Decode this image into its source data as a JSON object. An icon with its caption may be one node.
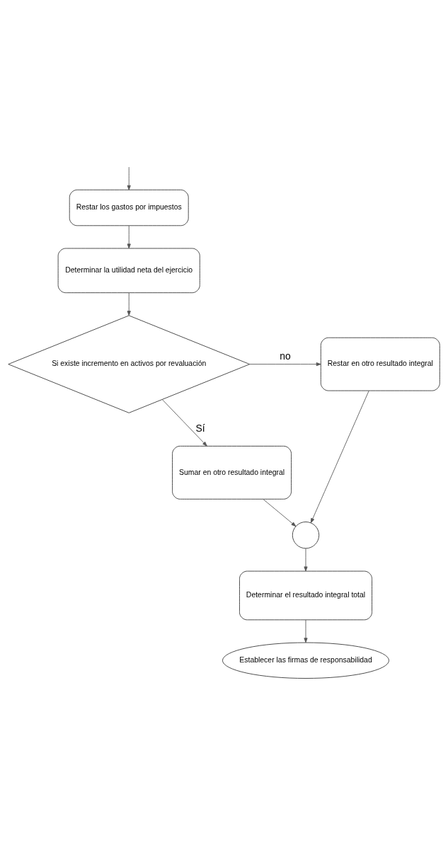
{
  "diagram": {
    "nodes": [
      {
        "text": [
          "Restar los gastos por impuestos"
        ]
      },
      {
        "text": [
          "Determinar la utilidad neta del ejercicio"
        ]
      },
      {
        "text": [
          "Si existe incremento en activos por revaluación"
        ]
      },
      {
        "text": [
          "Restar en otro resultado integral"
        ]
      },
      {
        "text": [
          "Sumar en otro resultado integral"
        ]
      },
      {
        "text": [],
        "shape": "circle"
      },
      {
        "text": [
          "Determinar el resultado integral total"
        ]
      },
      {
        "text": [
          "Establecer las firmas de responsabilidad"
        ]
      }
    ],
    "edges": [
      {
        "from": null,
        "to": 0,
        "arrow": "to"
      },
      {
        "from": 0,
        "to": 1,
        "arrow": "to"
      },
      {
        "from": 1,
        "to": 2,
        "arrow": "to"
      },
      {
        "from": 2,
        "to": 3,
        "arrow": "to",
        "label": "no"
      },
      {
        "from": 2,
        "to": 4,
        "arrow": "to",
        "label": "Sí"
      },
      {
        "from": 4,
        "to": 5,
        "arrow": "to"
      },
      {
        "from": 3,
        "to": 5,
        "arrow": "to"
      },
      {
        "from": 5,
        "to": 6,
        "arrow": "to"
      },
      {
        "from": 6,
        "to": 7,
        "arrow": "to"
      }
    ]
  }
}
